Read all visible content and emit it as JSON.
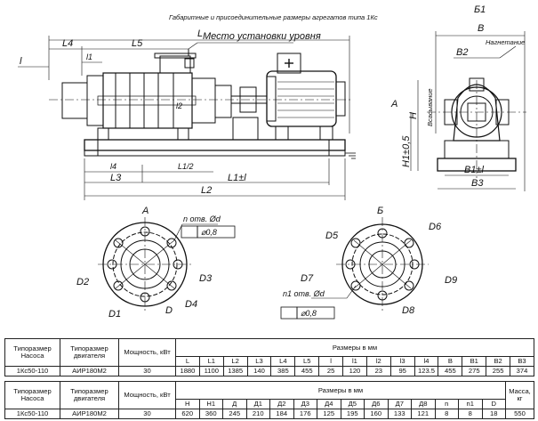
{
  "title": "Габаритные и присоединительные размеры агрегатов типа 1Кс",
  "side_view": {
    "dims": {
      "L": "L",
      "L4": "L4",
      "L5": "L5",
      "l": "l",
      "l1": "l1",
      "l2": "l2",
      "L1_2": "L1/2",
      "L1": "L1±l",
      "l4": "l4",
      "L3": "L3",
      "L2": "L2"
    },
    "level_label": "Место установки уровня"
  },
  "end_view": {
    "section_label": "Б1",
    "B": "B",
    "B2": "B2",
    "B1": "B1±l",
    "B3": "B3",
    "H": "H",
    "H1": "H1±0,5",
    "A_mark": "A",
    "suction": "Всасывание",
    "discharge": "Нагнетание"
  },
  "flange_a": {
    "title": "А",
    "holes": "n отв. Ød",
    "tol": "⌀0,8",
    "D": "D",
    "D1": "D1",
    "D2": "D2",
    "D3": "D3",
    "D4": "D4"
  },
  "flange_b": {
    "title": "Б",
    "holes": "n1 отв. Ød",
    "tol": "⌀0,8",
    "D5": "D5",
    "D6": "D6",
    "D7": "D7",
    "D8": "D8",
    "D9": "D9"
  },
  "table1": {
    "h_pump": "Типоразмер Насоса",
    "h_motor": "Типоразмер двигателя",
    "h_power": "Мощность, кВт",
    "h_dims": "Размеры в мм",
    "cols": [
      "L",
      "L1",
      "L2",
      "L3",
      "L4",
      "L5",
      "l",
      "l1",
      "l2",
      "l3",
      "l4",
      "B",
      "B1",
      "B2",
      "B3"
    ],
    "row": {
      "pump": "1Кс50-110",
      "motor": "АИР180М2",
      "power": "30",
      "values": [
        "1880",
        "1100",
        "1385",
        "140",
        "385",
        "455",
        "25",
        "120",
        "23",
        "95",
        "123.5",
        "455",
        "275",
        "255",
        "374"
      ]
    }
  },
  "table2": {
    "h_pump": "Типоразмер Насоса",
    "h_motor": "Типоразмер двигателя",
    "h_power": "Мощность, кВт",
    "h_dims": "Размеры в мм",
    "h_mass": "Масса, кг",
    "cols": [
      "H",
      "H1",
      "Д",
      "Д1",
      "Д2",
      "Д3",
      "Д4",
      "Д5",
      "Д6",
      "Д7",
      "Д8",
      "n",
      "n1",
      "D"
    ],
    "row": {
      "pump": "1Кс50-110",
      "motor": "АИР180М2",
      "power": "30",
      "values": [
        "620",
        "360",
        "245",
        "210",
        "184",
        "176",
        "125",
        "195",
        "160",
        "133",
        "121",
        "8",
        "8",
        "18"
      ],
      "mass": "550"
    }
  }
}
